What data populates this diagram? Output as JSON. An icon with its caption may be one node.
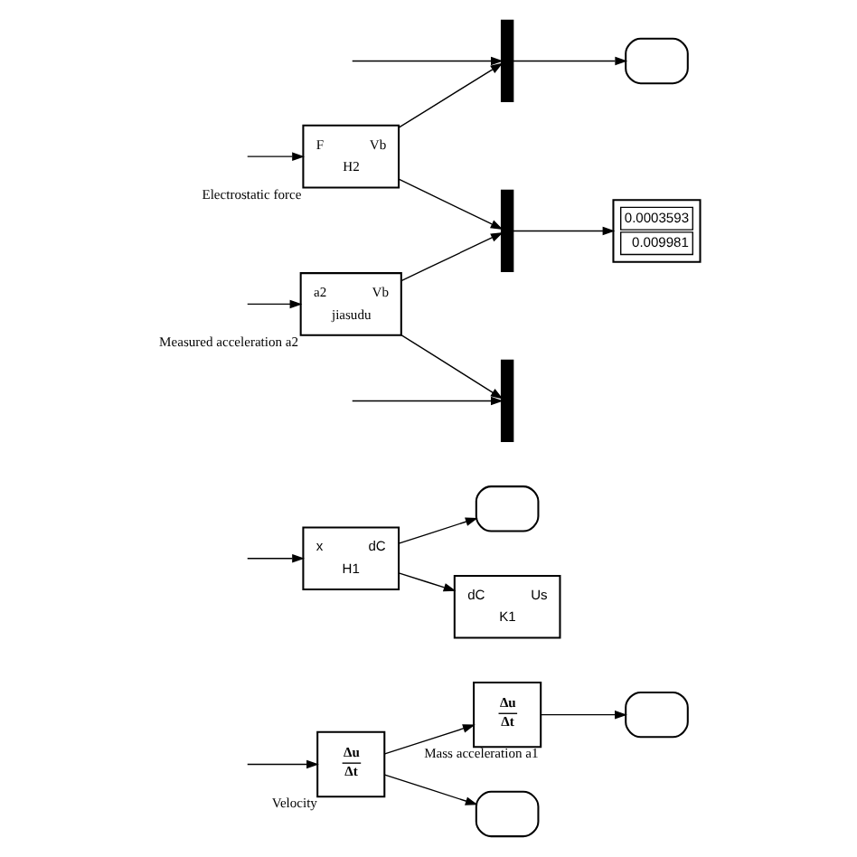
{
  "diagram": {
    "nodes": [
      {
        "text": [
          "Δu",
          "Δt"
        ],
        "beside": [
          "Velocity"
        ]
      },
      {
        "text": [
          "Δu",
          "Δt"
        ],
        "beside": [
          "Mass acceleration a1"
        ]
      },
      {
        "text": [],
        "shape": "box"
      },
      {
        "text": [],
        "shape": "box"
      },
      {
        "text": [
          "x",
          "dC",
          "H1"
        ]
      },
      {
        "text": [],
        "shape": "box"
      },
      {
        "text": [
          "dC",
          "Us",
          "K1"
        ]
      },
      {
        "text": [],
        "shape": "bar"
      },
      {
        "text": [],
        "shape": "box"
      },
      {
        "text": [
          "F",
          "Vb",
          "H2"
        ],
        "beside": [
          "Electrostatic force"
        ]
      },
      {
        "text": [
          "0.0003593",
          "0.009981"
        ]
      },
      {
        "text": [],
        "shape": "bar"
      },
      {
        "text": [
          "a2",
          "Vb",
          "jiasudu"
        ],
        "beside": [
          "Measured acceleration a2"
        ]
      },
      {
        "text": [],
        "shape": "bar"
      }
    ],
    "edges": [
      {
        "from": null,
        "to": 4,
        "arrow": "to"
      },
      {
        "from": null,
        "to": 0,
        "arrow": "to"
      },
      {
        "from": 0,
        "to": 1,
        "arrow": "to"
      },
      {
        "from": 0,
        "to": 2,
        "arrow": "to"
      },
      {
        "from": 1,
        "to": 3,
        "arrow": "to"
      },
      {
        "from": 4,
        "to": 5,
        "arrow": "to"
      },
      {
        "from": 4,
        "to": 6,
        "arrow": "to"
      },
      {
        "from": null,
        "to": 9,
        "arrow": "to"
      },
      {
        "from": null,
        "to": 12,
        "arrow": "to"
      },
      {
        "from": null,
        "to": 7,
        "arrow": "to"
      },
      {
        "from": 9,
        "to": 7,
        "arrow": "to"
      },
      {
        "from": 9,
        "to": 11,
        "arrow": "to"
      },
      {
        "from": 7,
        "to": 8,
        "arrow": "to"
      },
      {
        "from": 12,
        "to": 11,
        "arrow": "to"
      },
      {
        "from": 12,
        "to": 13,
        "arrow": "to"
      },
      {
        "from": 11,
        "to": 10,
        "arrow": "to"
      },
      {
        "from": null,
        "to": 13,
        "arrow": "to"
      }
    ]
  }
}
